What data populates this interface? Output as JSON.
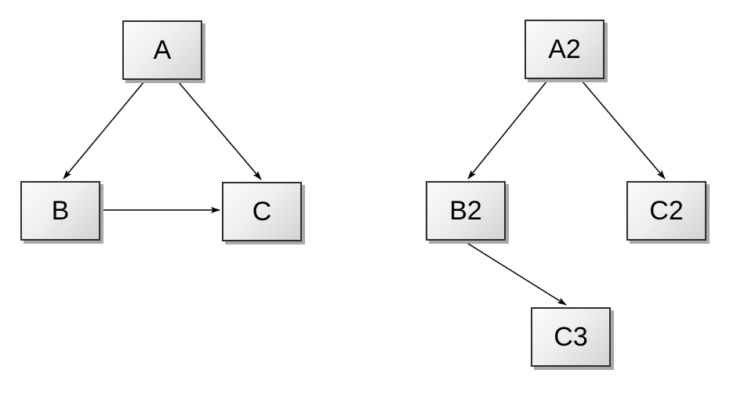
{
  "diagram": {
    "background_color": "#ffffff",
    "node_style": {
      "fill_light": "#fbfbfb",
      "fill_dark": "#d3d3d3",
      "border_color": "#2e2e2e",
      "shadow_color": "#a9a9a9",
      "text_color": "#000000"
    },
    "edge_color": "#000000",
    "left_graph": {
      "nodes": [
        {
          "id": "A",
          "label": "A"
        },
        {
          "id": "B",
          "label": "B"
        },
        {
          "id": "C",
          "label": "C"
        }
      ],
      "edges": [
        {
          "from": "A",
          "to": "B"
        },
        {
          "from": "A",
          "to": "C"
        },
        {
          "from": "B",
          "to": "C"
        }
      ]
    },
    "right_graph": {
      "nodes": [
        {
          "id": "A2",
          "label": "A2"
        },
        {
          "id": "B2",
          "label": "B2"
        },
        {
          "id": "C2",
          "label": "C2"
        },
        {
          "id": "C3",
          "label": "C3"
        }
      ],
      "edges": [
        {
          "from": "A2",
          "to": "B2"
        },
        {
          "from": "A2",
          "to": "C2"
        },
        {
          "from": "B2",
          "to": "C3"
        }
      ]
    }
  }
}
